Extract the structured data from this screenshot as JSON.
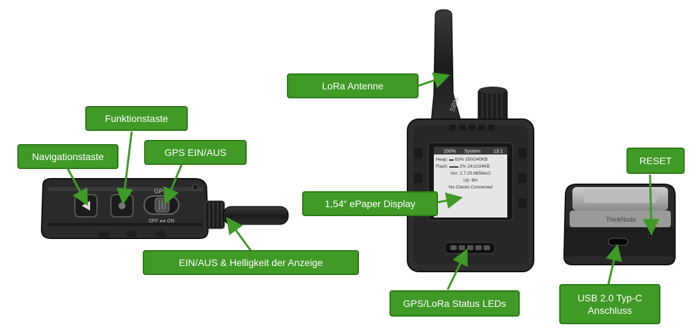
{
  "colors": {
    "callout_bg": "#3f9a26",
    "callout_border": "#2f7a1a",
    "arrow": "#3f9a26",
    "device_body": "#2b2b2b",
    "device_dark": "#111111",
    "screen": "#e6e6e6"
  },
  "callouts": {
    "navigationstaste": "Navigationstaste",
    "funktionstaste": "Funktionstaste",
    "gps_ein_aus": "GPS EIN/AUS",
    "ein_aus_helligkeit": "EIN/AUS & Helligkeit der Anzeige",
    "lora_antenne": "LoRa Antenne",
    "epaper_display": "1,54“ ePaper Display",
    "status_leds": "GPS/LoRa Status LEDs",
    "reset": "RESET",
    "usb_line1": "USB 2.0 Typ-C",
    "usb_line2": "Anschluss"
  },
  "device_markings": {
    "side_gps": "GPS",
    "side_off_on": "OFF ◂ ▸ ON",
    "antenna_text": "SBM",
    "brand": "ThinkNode"
  },
  "screen": {
    "header_battery": "100%",
    "header_title": "System",
    "header_time": "13:1",
    "line1": "Heap: ▬ 63% 150/240KB",
    "line2": "Flash: ▬▬ 2% 24/1024KB",
    "line3": "Ver: 2.7.20.6658ec2",
    "line4": "Up: 8m",
    "line5": "No Clients Connected"
  }
}
